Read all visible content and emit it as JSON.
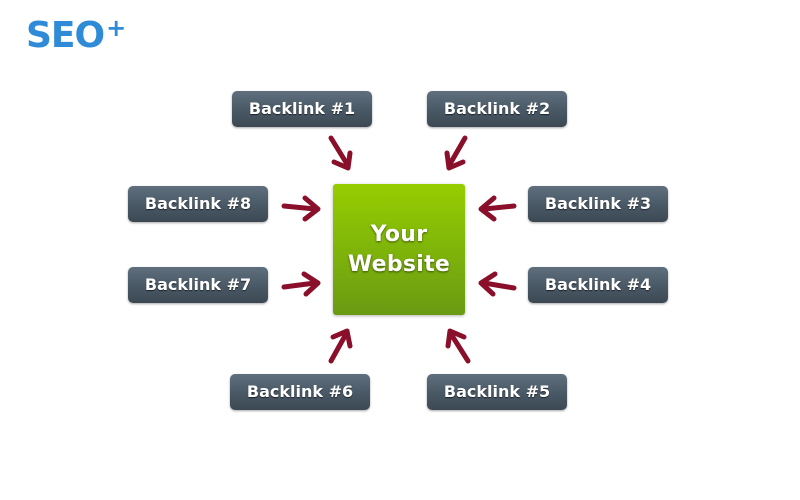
{
  "logo": {
    "text": "SEO",
    "plus": "+"
  },
  "center": {
    "line1": "Your",
    "line2": "Website"
  },
  "backlinks": [
    "Backlink #1",
    "Backlink #2",
    "Backlink #3",
    "Backlink #4",
    "Backlink #5",
    "Backlink #6",
    "Backlink #7",
    "Backlink #8"
  ],
  "colors": {
    "logo": "#2f8ad8",
    "arrow": "#8a0f2a",
    "center_top": "#96cd00",
    "center_bottom": "#6a9a12",
    "backlink_box": "#4a5866"
  },
  "icons": {
    "arrow": "arrow-icon"
  }
}
